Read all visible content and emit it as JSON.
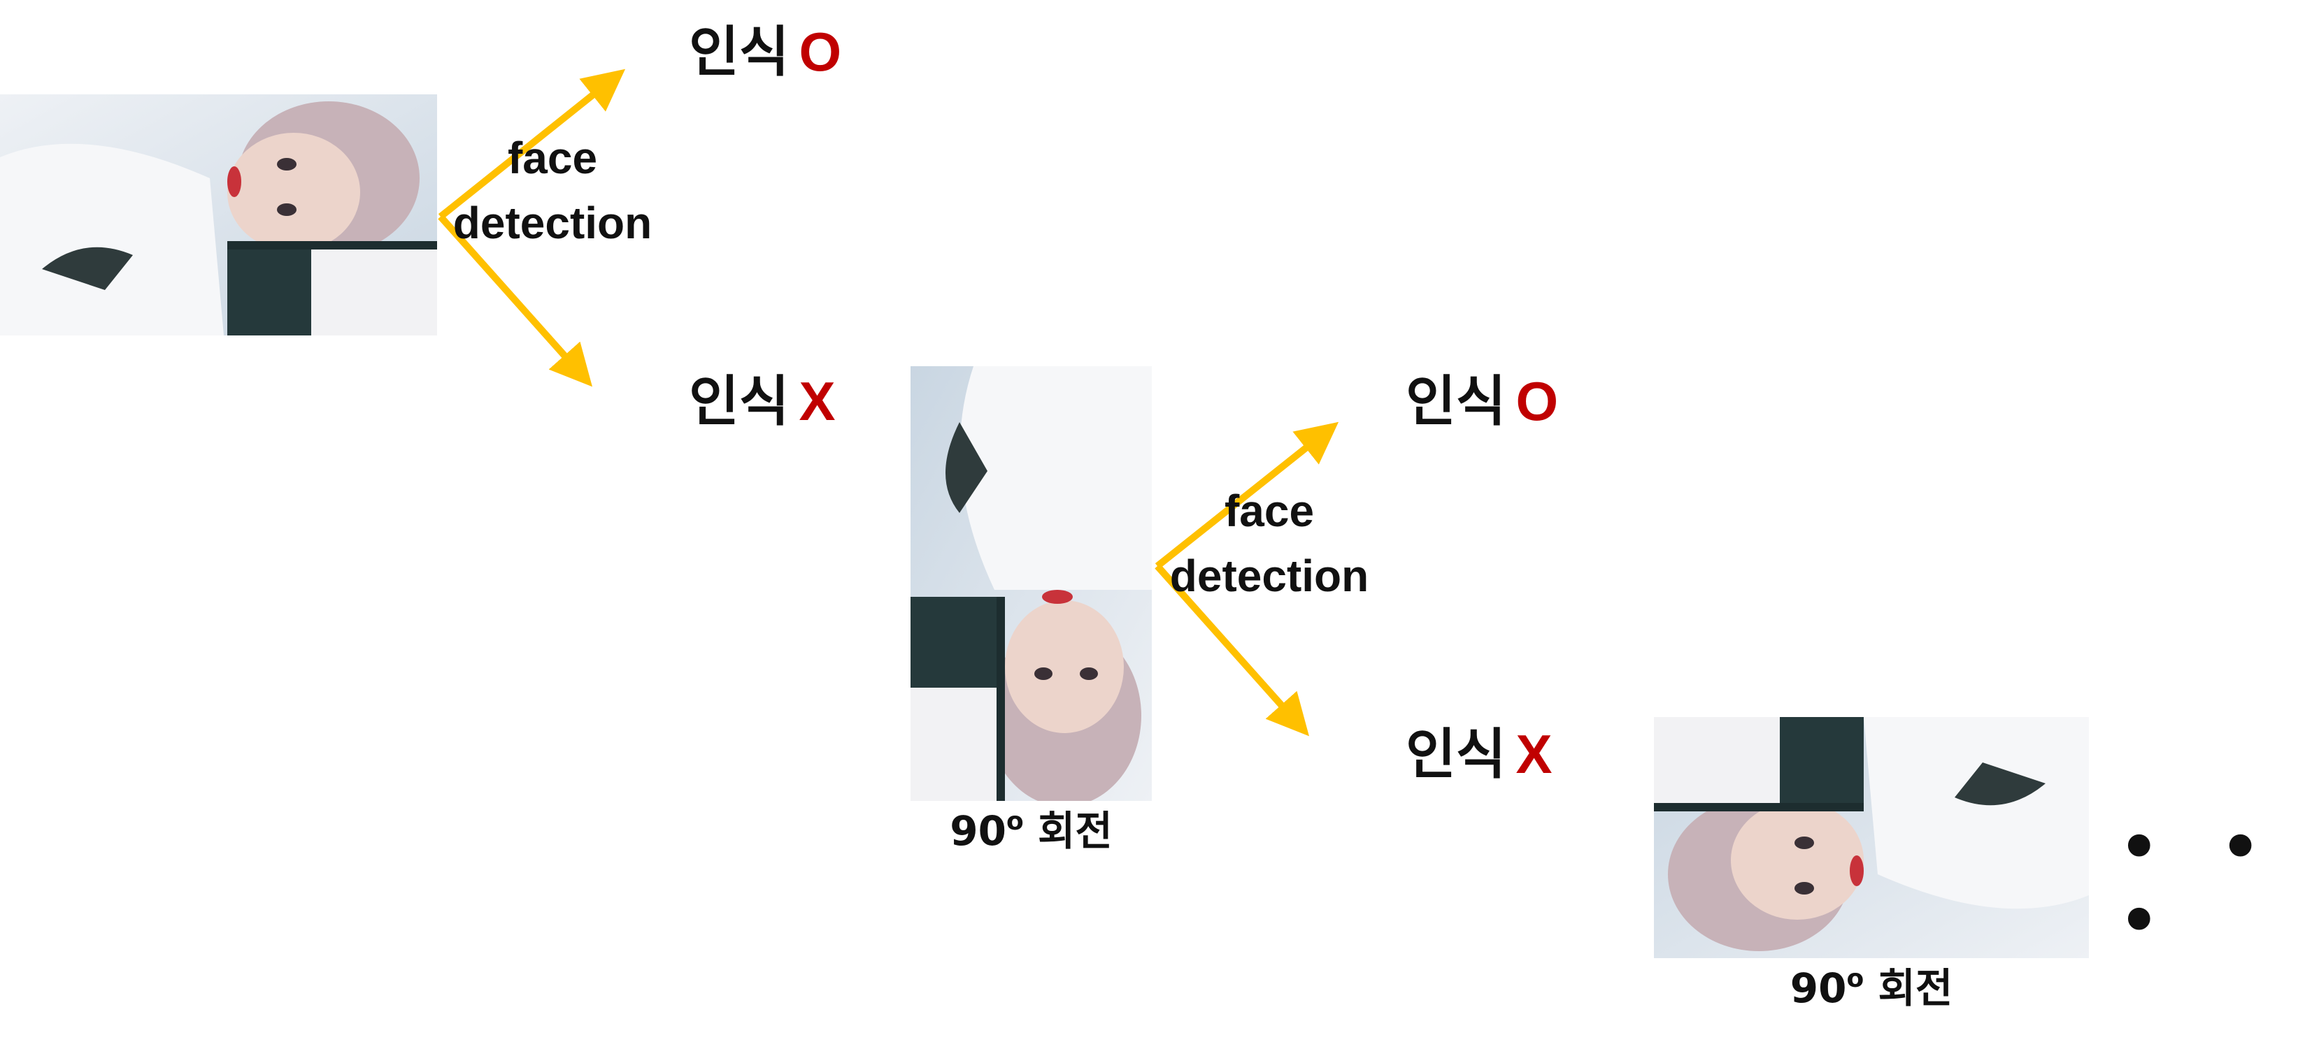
{
  "step1": {
    "detector_label_line1": "face",
    "detector_label_line2": "detection",
    "result_yes": {
      "text": "인식",
      "mark": "O"
    },
    "result_no": {
      "text": "인식",
      "mark": "X"
    }
  },
  "step2": {
    "caption": {
      "number": "90",
      "degree": "o",
      "text": "회전"
    },
    "detector_label_line1": "face",
    "detector_label_line2": "detection",
    "result_yes": {
      "text": "인식",
      "mark": "O"
    },
    "result_no": {
      "text": "인식",
      "mark": "X"
    }
  },
  "step3": {
    "caption": {
      "number": "90",
      "degree": "o",
      "text": "회전"
    }
  },
  "continuation": "• • •",
  "colors": {
    "arrow": "#ffc000",
    "mark": "#c00000",
    "text": "#111111"
  }
}
